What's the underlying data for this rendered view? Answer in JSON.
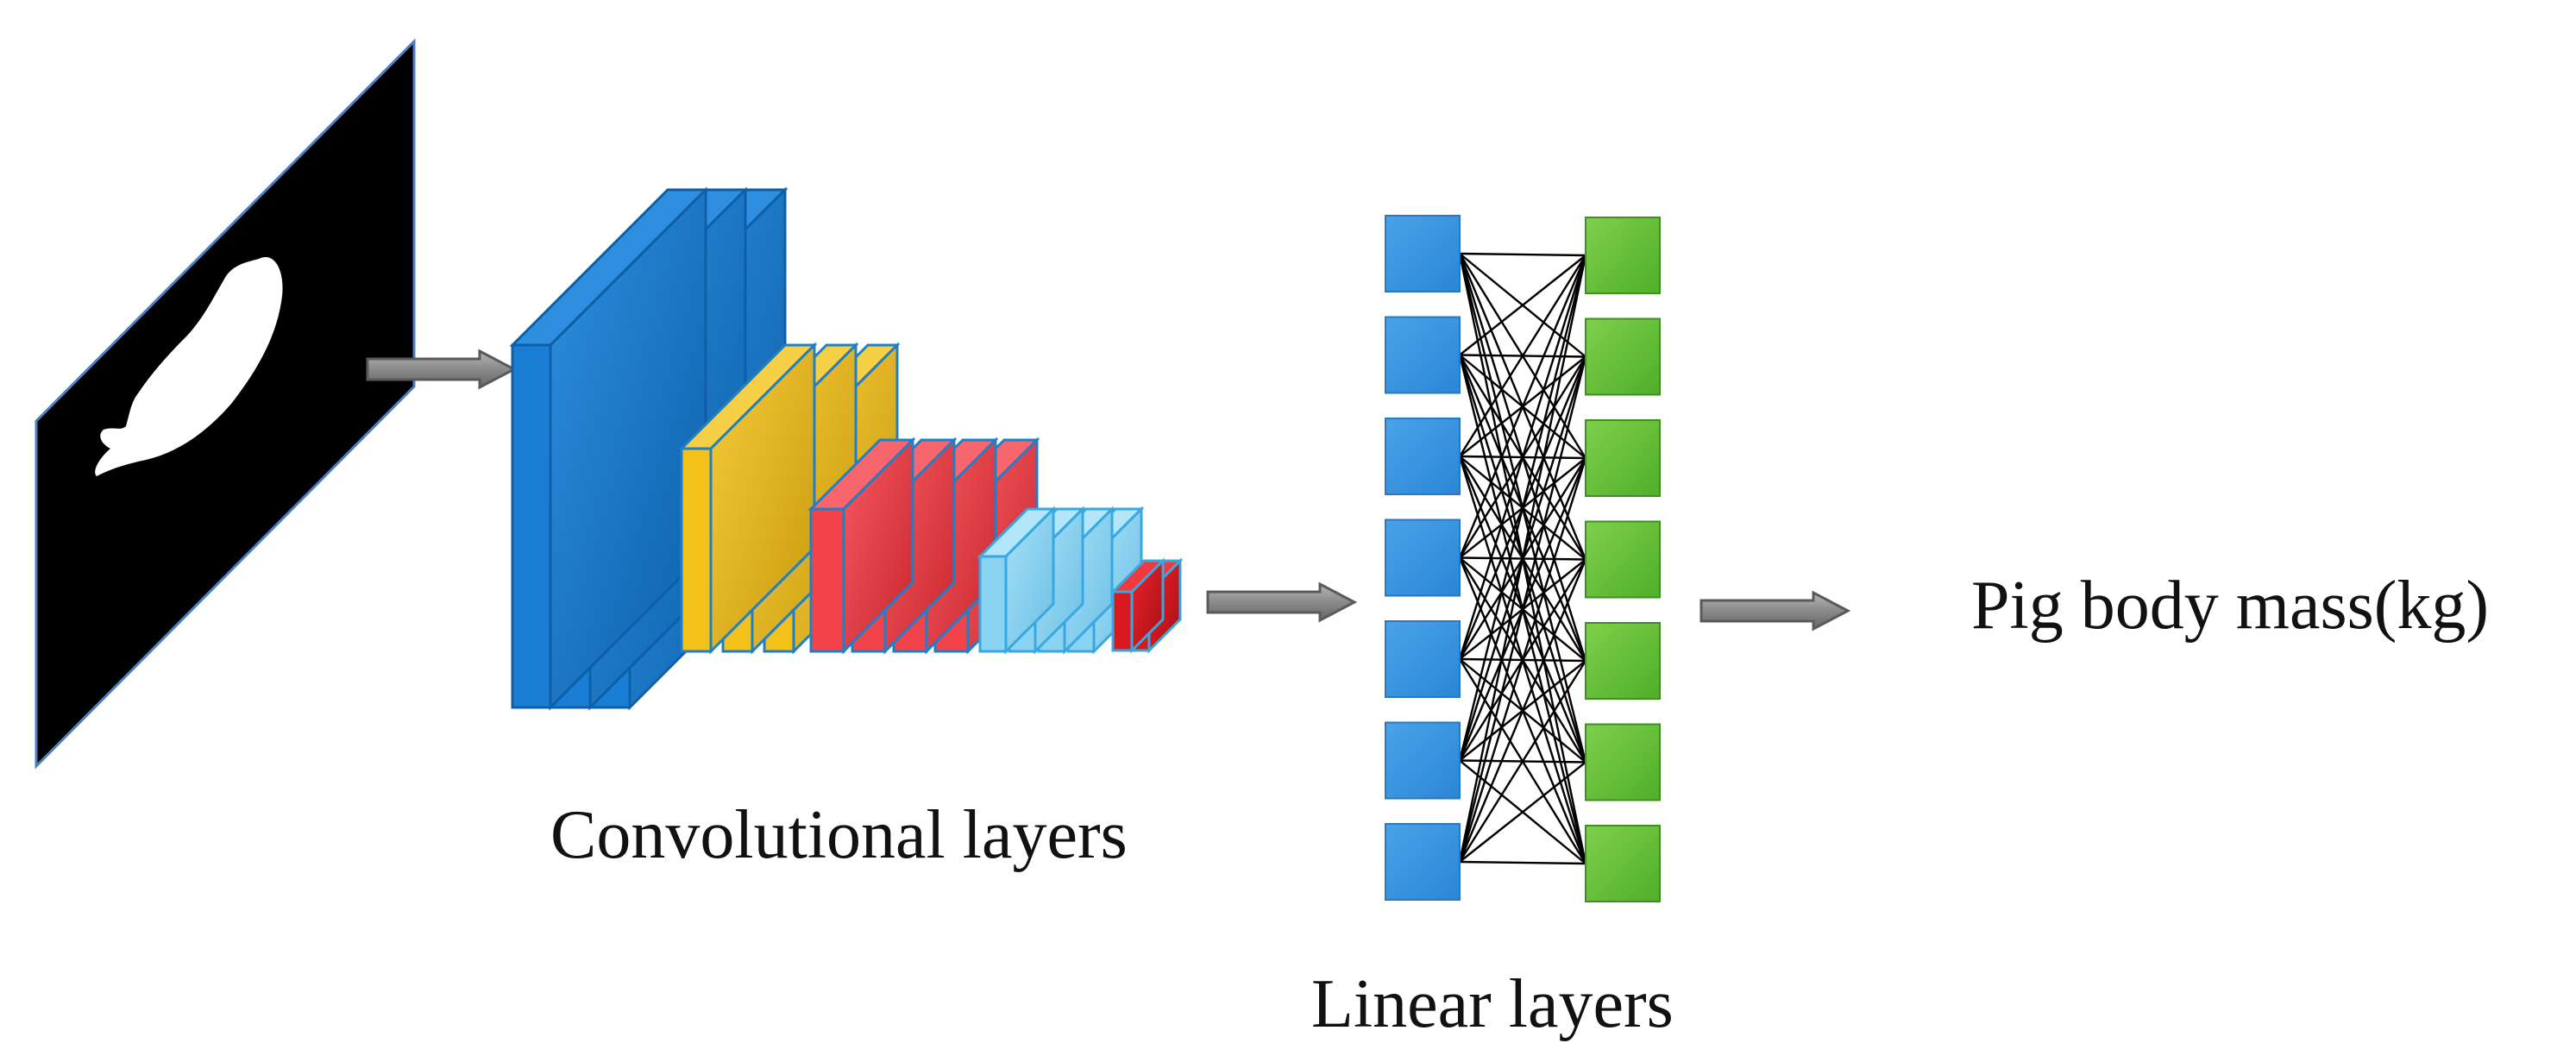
{
  "labels": {
    "convolutional": "Convolutional layers",
    "linear": "Linear layers",
    "output": "Pig body mass(kg)"
  },
  "colors": {
    "input_image": "#000000",
    "silhouette": "#ffffff",
    "conv_block_1": "#1a7fd4",
    "conv_block_2": "#f2c21b",
    "conv_block_3": "#f2434b",
    "conv_block_4": "#8ad4f2",
    "conv_block_5": "#d9191f",
    "linear_input_nodes": "#3896e0",
    "linear_output_nodes": "#66c23a",
    "arrow": "#8c8c8c",
    "connection": "#000000"
  },
  "icons": {
    "input": "pig-silhouette-icon",
    "flow": "right-arrow-icon"
  }
}
